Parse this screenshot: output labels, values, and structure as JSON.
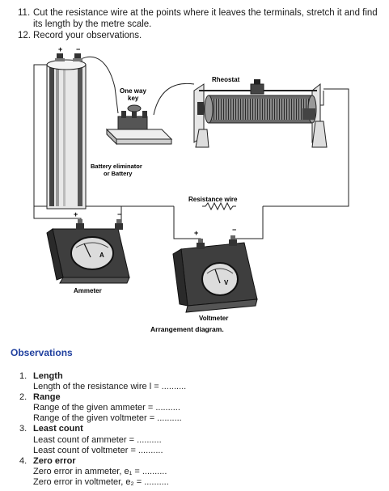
{
  "steps": [
    {
      "num": "11.",
      "text": "Cut the resistance wire at the points where it leaves the terminals, stretch it and find its length by the metre scale."
    },
    {
      "num": "12.",
      "text": "Record your observations."
    }
  ],
  "diagram": {
    "labels": {
      "one_way_key_1": "One way",
      "one_way_key_2": "key",
      "rheostat": "Rheostat",
      "battery_1": "Battery eliminator",
      "battery_2": "or Battery",
      "resistance_wire": "Resistance wire",
      "ammeter": "Ammeter",
      "voltmeter": "Voltmeter",
      "ammeter_letter": "A",
      "voltmeter_letter": "V",
      "plus": "+",
      "minus": "−"
    },
    "caption": "Arrangement diagram."
  },
  "observations": {
    "title": "Observations",
    "items": [
      {
        "num": "1.",
        "heading": "Length",
        "lines": [
          "Length of the resistance wire l = .........."
        ]
      },
      {
        "num": "2.",
        "heading": "Range",
        "lines": [
          "Range of the given ammeter = ..........",
          "Range of the given voltmeter = .........."
        ]
      },
      {
        "num": "3.",
        "heading": "Least count",
        "lines": [
          "Least count of ammeter = ..........",
          "Least count of voltmeter = .........."
        ]
      },
      {
        "num": "4.",
        "heading": "Zero error",
        "lines": [
          "Zero error in ammeter, e₁ = ..........",
          "Zero error in voltmeter, e₂ = .........."
        ]
      }
    ]
  }
}
